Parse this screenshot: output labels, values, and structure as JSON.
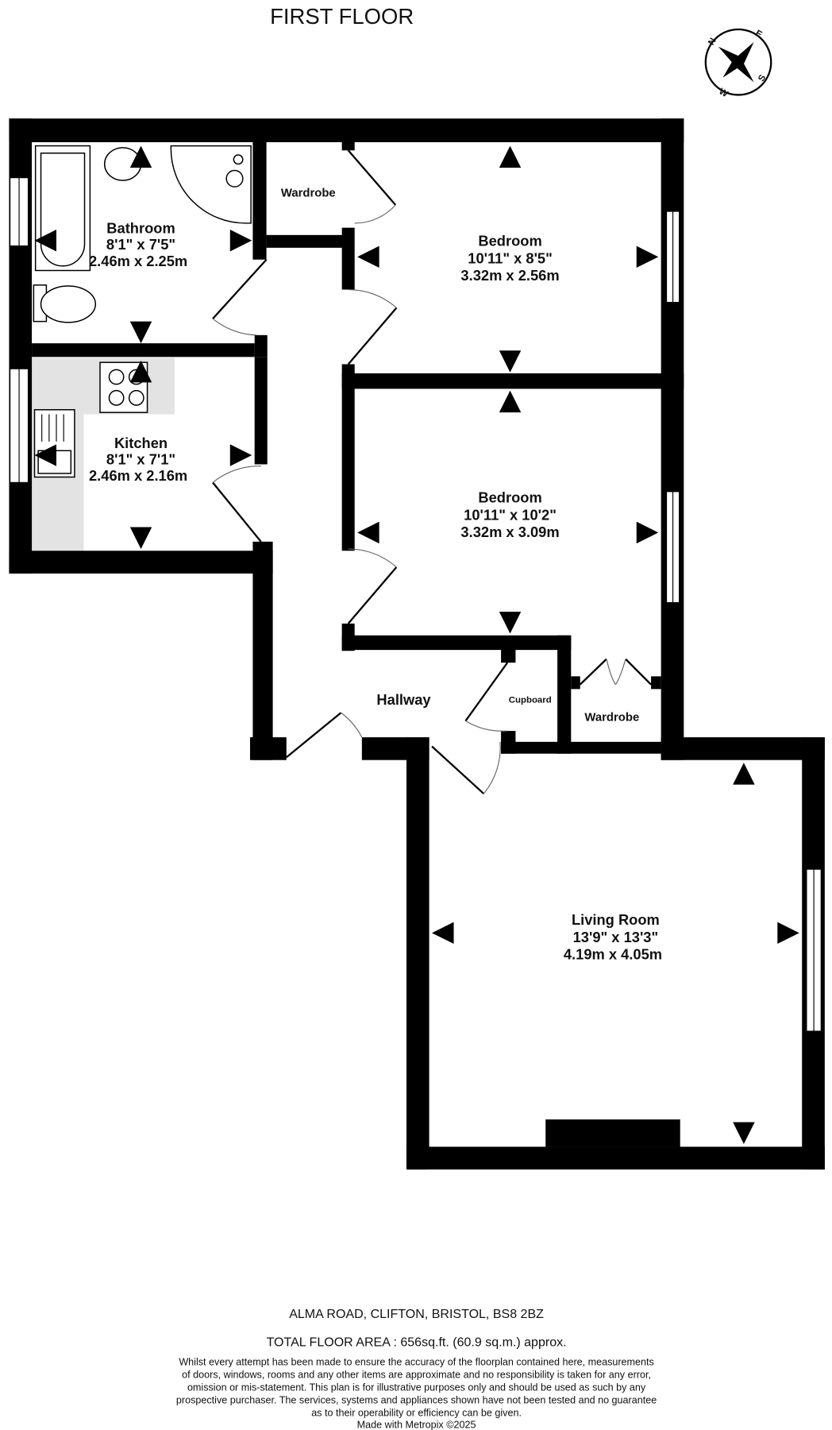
{
  "header": {
    "title": "FIRST FLOOR"
  },
  "compass": {
    "n": "N",
    "e": "E",
    "s": "S",
    "w": "W"
  },
  "rooms": {
    "bathroom": {
      "name": "Bathroom",
      "imperial": "8'1\"  x 7'5\"",
      "metric": "2.46m  x 2.25m"
    },
    "kitchen": {
      "name": "Kitchen",
      "imperial": "8'1\"  x 7'1\"",
      "metric": "2.46m  x 2.16m"
    },
    "bedroom1": {
      "name": "Bedroom",
      "imperial": "10'11\"  x 8'5\"",
      "metric": "3.32m  x 2.56m"
    },
    "bedroom2": {
      "name": "Bedroom",
      "imperial": "10'11\"  x 10'2\"",
      "metric": "3.32m  x 3.09m"
    },
    "living": {
      "name": "Living Room",
      "imperial": "13'9\"  x 13'3\"",
      "metric": "4.19m  x 4.05m"
    },
    "hallway": {
      "name": "Hallway"
    },
    "wardrobe1": {
      "name": "Wardrobe"
    },
    "wardrobe2": {
      "name": "Wardrobe"
    },
    "cupboard": {
      "name": "Cupboard"
    }
  },
  "footer": {
    "address": "ALMA ROAD, CLIFTON, BRISTOL, BS8 2BZ",
    "area": "TOTAL FLOOR AREA : 656sq.ft. (60.9 sq.m.) approx.",
    "disclaimer": [
      "Whilst every attempt has been made to ensure the accuracy of the floorplan contained here, measurements",
      "of doors, windows, rooms and any other items are approximate and no responsibility is taken for any error,",
      "omission or mis-statement. This plan is for illustrative purposes only and should be used as such by any",
      "prospective purchaser. The services, systems and appliances shown have not been tested and no guarantee",
      "as to their operability or efficiency can be given."
    ],
    "credit": "Made with Metropix ©2025"
  }
}
